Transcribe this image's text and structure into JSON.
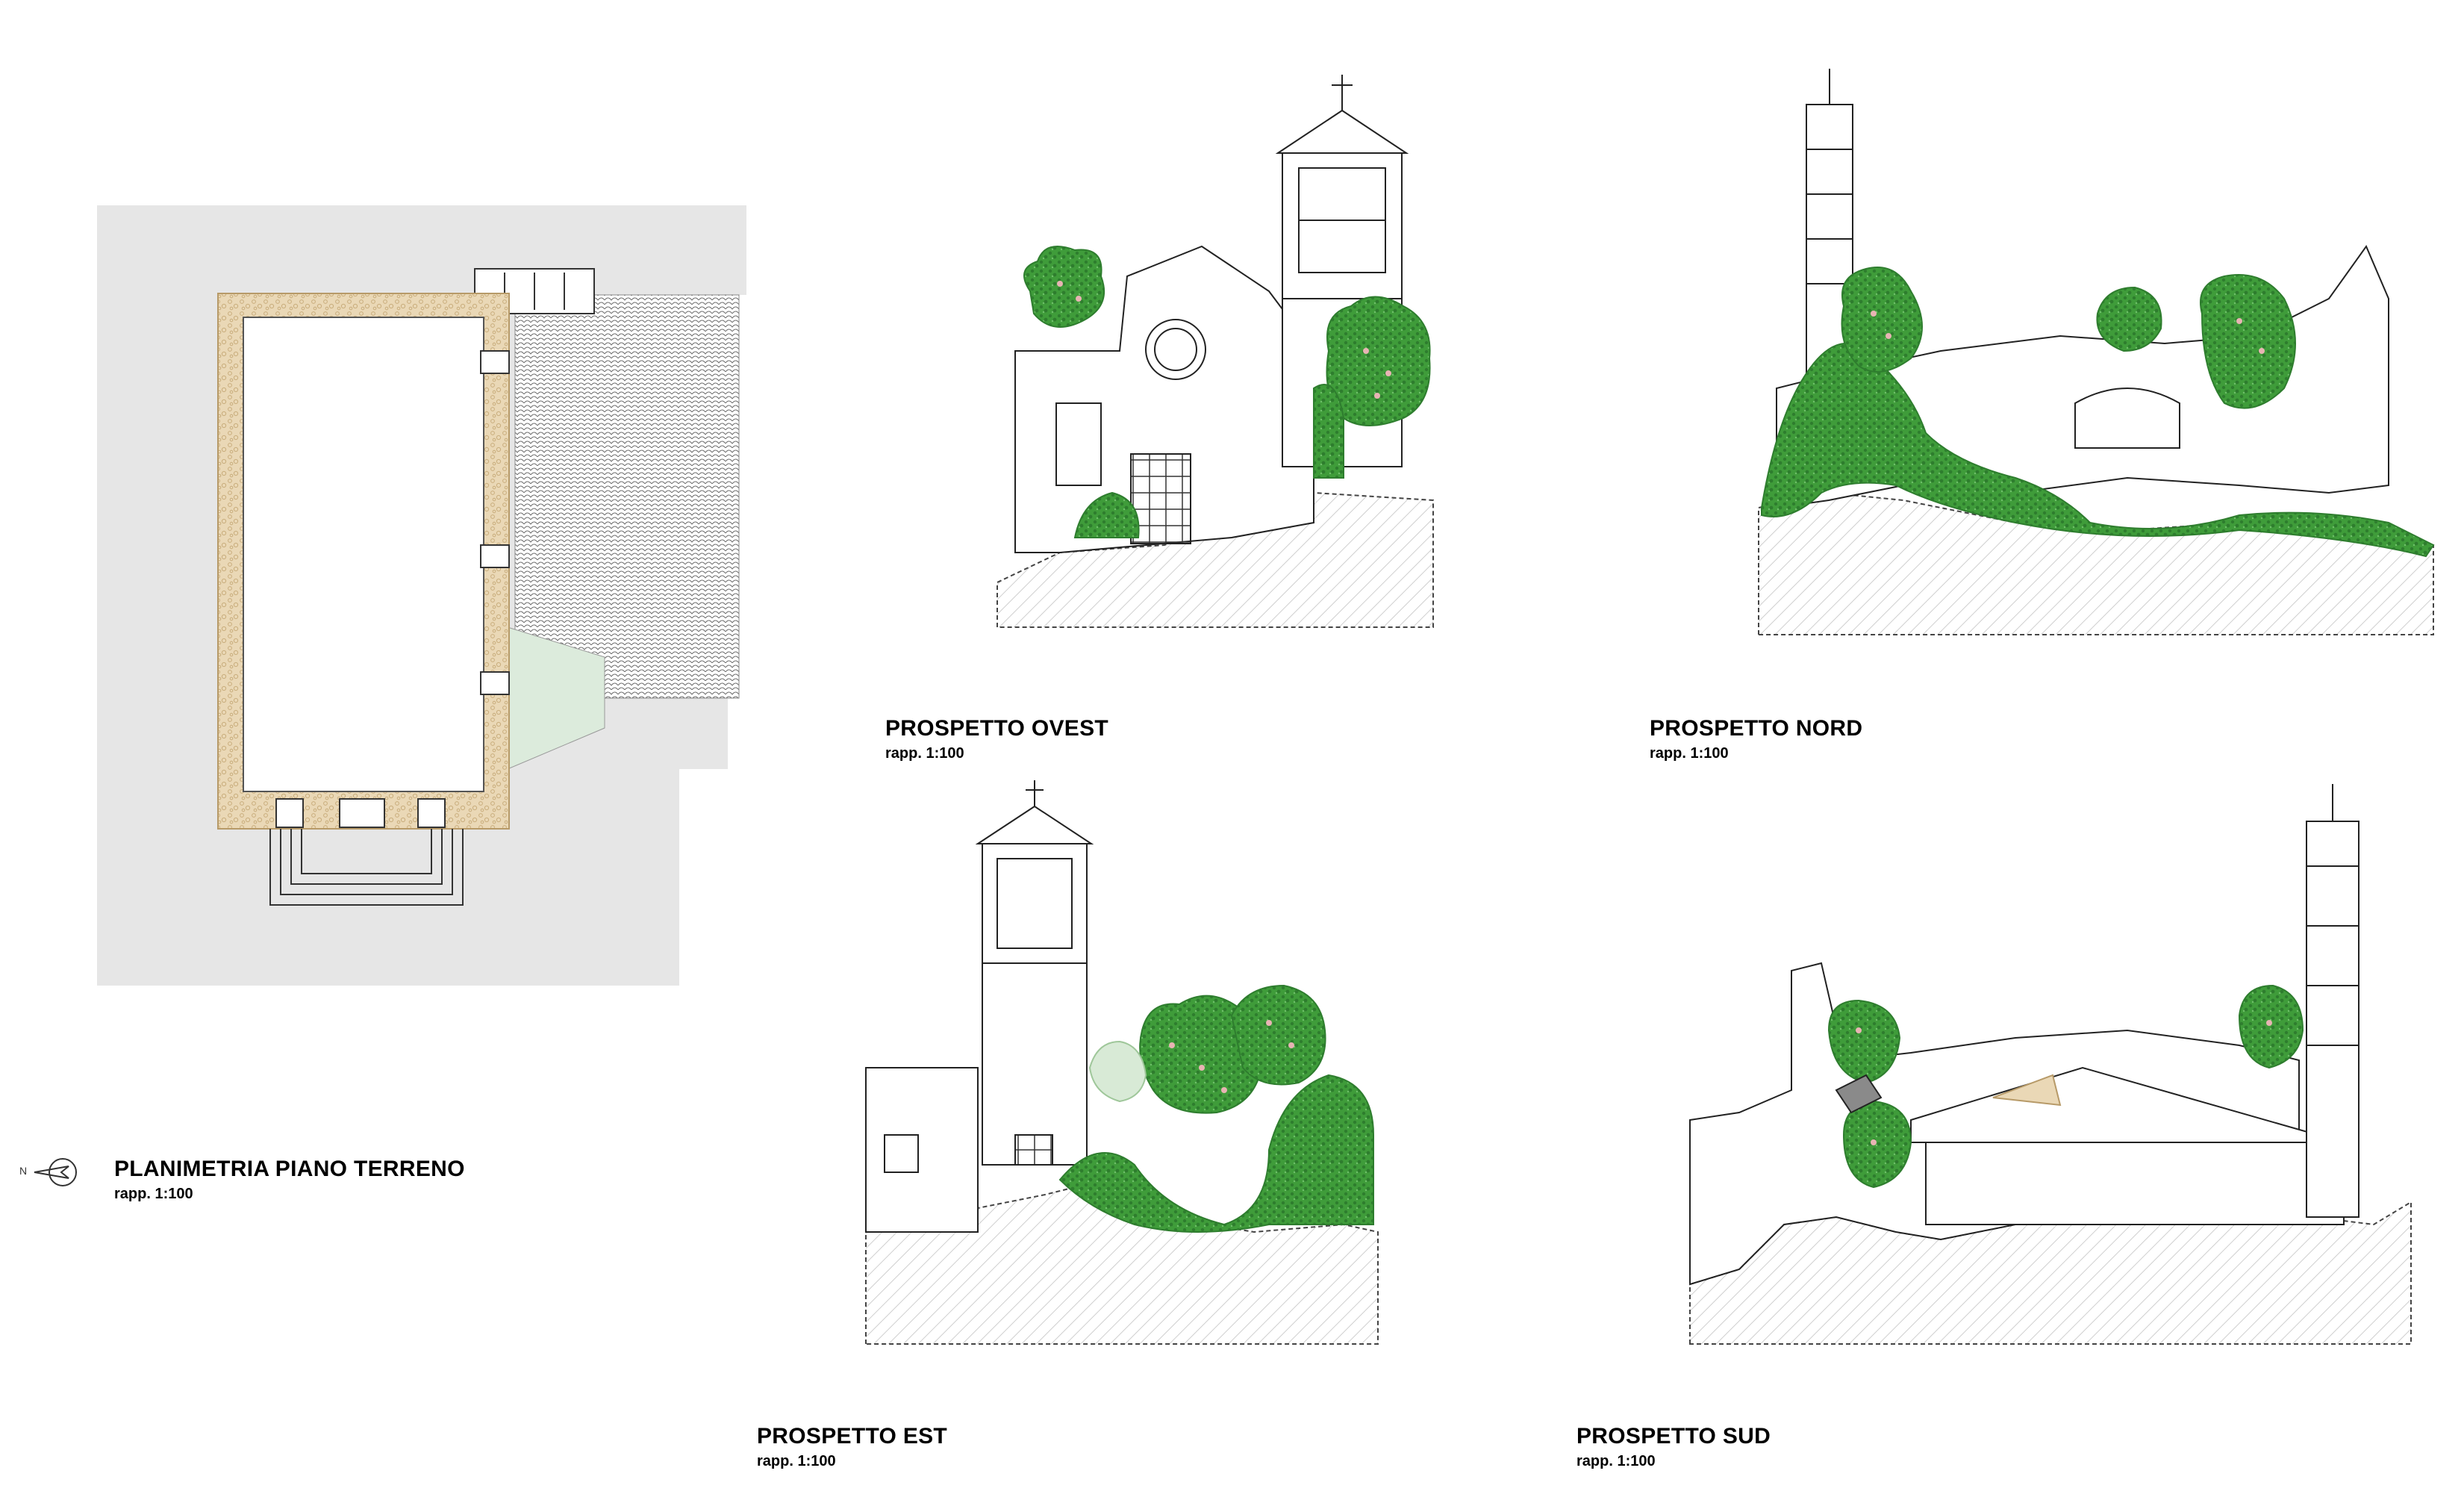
{
  "drawings": {
    "plan": {
      "title": "PLANIMETRIA PIANO TERRENO",
      "scale": "rapp. 1:100"
    },
    "west": {
      "title": "PROSPETTO OVEST",
      "scale": "rapp. 1:100"
    },
    "north": {
      "title": "PROSPETTO NORD",
      "scale": "rapp. 1:100"
    },
    "east": {
      "title": "PROSPETTO EST",
      "scale": "rapp. 1:100"
    },
    "south": {
      "title": "PROSPETTO SUD",
      "scale": "rapp. 1:100"
    }
  },
  "north_arrow": {
    "label": "N"
  },
  "colors": {
    "site_grey": "#e6e6e6",
    "masonry": "#ead8b6",
    "vegetation": "#3f9c3a",
    "vegetation_dark": "#2e7d2e",
    "tree_flowers": "#e8b4b4",
    "ground_hatch": "#d9d9d9",
    "patio_green": "#dcebdc",
    "line": "#222222"
  }
}
